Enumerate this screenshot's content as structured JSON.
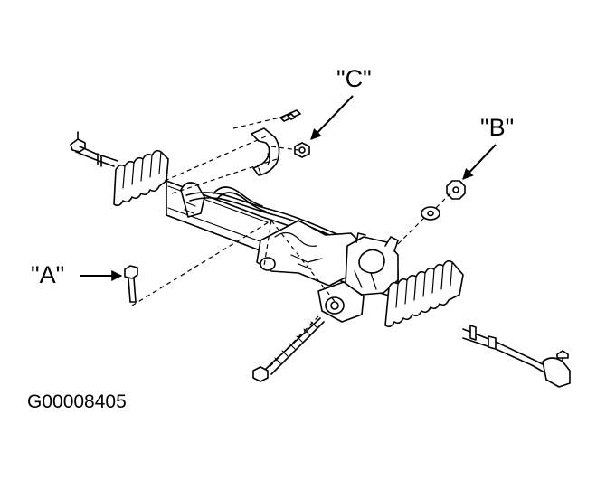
{
  "diagram": {
    "callouts": {
      "a": "\"A\"",
      "b": "\"B\"",
      "c": "\"C\""
    },
    "figure_id": "G00008405"
  },
  "colors": {
    "ink": "#000000",
    "background": "#ffffff"
  }
}
